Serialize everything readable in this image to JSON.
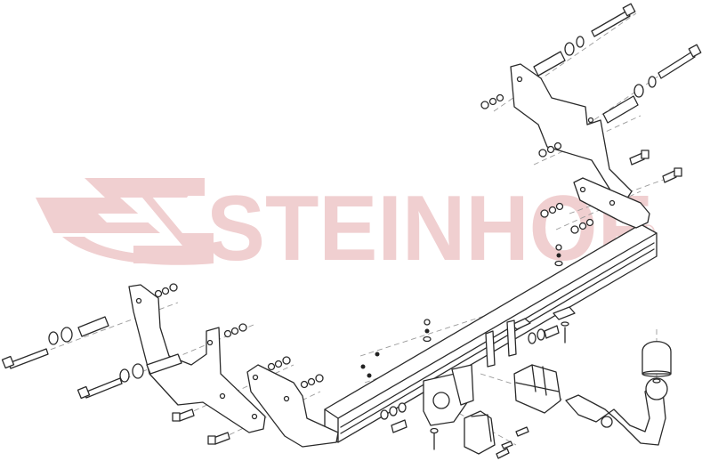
{
  "diagram": {
    "type": "exploded-assembly-drawing",
    "subject": "Tow bar (towing hitch) installation",
    "watermark": {
      "text": "STEINHOF",
      "registered_mark": "®",
      "color": "#f0cfd0"
    },
    "line_color": "#2a2a2a",
    "guide_line_color": "#9a9a9a",
    "background": "#ffffff",
    "parts": [
      {
        "name": "cross-beam",
        "description": "Main rectangular tube cross bar"
      },
      {
        "name": "left-bracket-front",
        "description": "Left side mounting bracket"
      },
      {
        "name": "left-bracket-rear",
        "description": "Left side secondary bracket"
      },
      {
        "name": "right-bracket-upper",
        "description": "Right upper mounting bracket"
      },
      {
        "name": "right-bracket-lower",
        "description": "Right lower mounting plate"
      },
      {
        "name": "long-bolts",
        "count": 4
      },
      {
        "name": "spacer-tubes",
        "count": 4
      },
      {
        "name": "washers-and-nuts",
        "description": "Nut / washer sets"
      },
      {
        "name": "socket-plate",
        "description": "Electrical socket mounting plate"
      },
      {
        "name": "electrical-socket",
        "description": "13-pin socket housing"
      },
      {
        "name": "receiver-block",
        "description": "Detachable hitch receiver"
      },
      {
        "name": "tow-ball-neck",
        "description": "Swan-neck tow ball arm"
      },
      {
        "name": "ball-cover",
        "description": "Tow ball protective cap"
      }
    ]
  }
}
